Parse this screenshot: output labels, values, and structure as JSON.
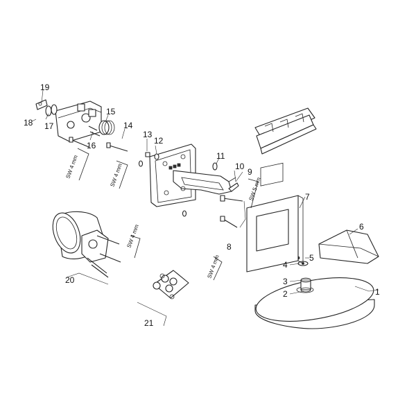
{
  "callouts": [
    "1",
    "2",
    "3",
    "4",
    "5",
    "6",
    "7",
    "8",
    "9",
    "10",
    "11",
    "12",
    "13",
    "14",
    "15",
    "16",
    "17",
    "18",
    "19",
    "20",
    "21"
  ],
  "tool_labels": {
    "sw4_a": "SW 4 mm",
    "sw4_b": "SW 4 mm",
    "sw5": "SW 5 mm",
    "sw4_c": "SW 4 mm",
    "sw4_d": "SW 4 mm"
  }
}
